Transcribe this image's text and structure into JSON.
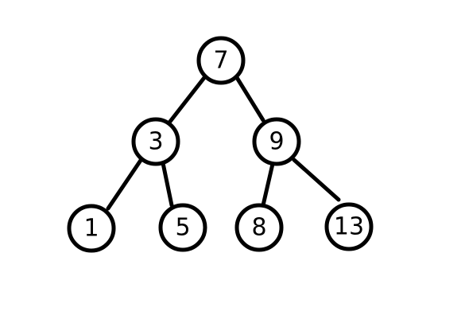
{
  "tree": {
    "root": "n7",
    "nodes": [
      {
        "id": "n7",
        "label": "7"
      },
      {
        "id": "n3",
        "label": "3"
      },
      {
        "id": "n9",
        "label": "9"
      },
      {
        "id": "n1",
        "label": "1"
      },
      {
        "id": "n5",
        "label": "5"
      },
      {
        "id": "n8",
        "label": "8"
      },
      {
        "id": "n13",
        "label": "13"
      }
    ],
    "edges": [
      {
        "from": "n7",
        "to": "n3"
      },
      {
        "from": "n7",
        "to": "n9"
      },
      {
        "from": "n3",
        "to": "n1"
      },
      {
        "from": "n3",
        "to": "n5"
      },
      {
        "from": "n9",
        "to": "n8"
      },
      {
        "from": "n9",
        "to": "n13"
      }
    ]
  }
}
